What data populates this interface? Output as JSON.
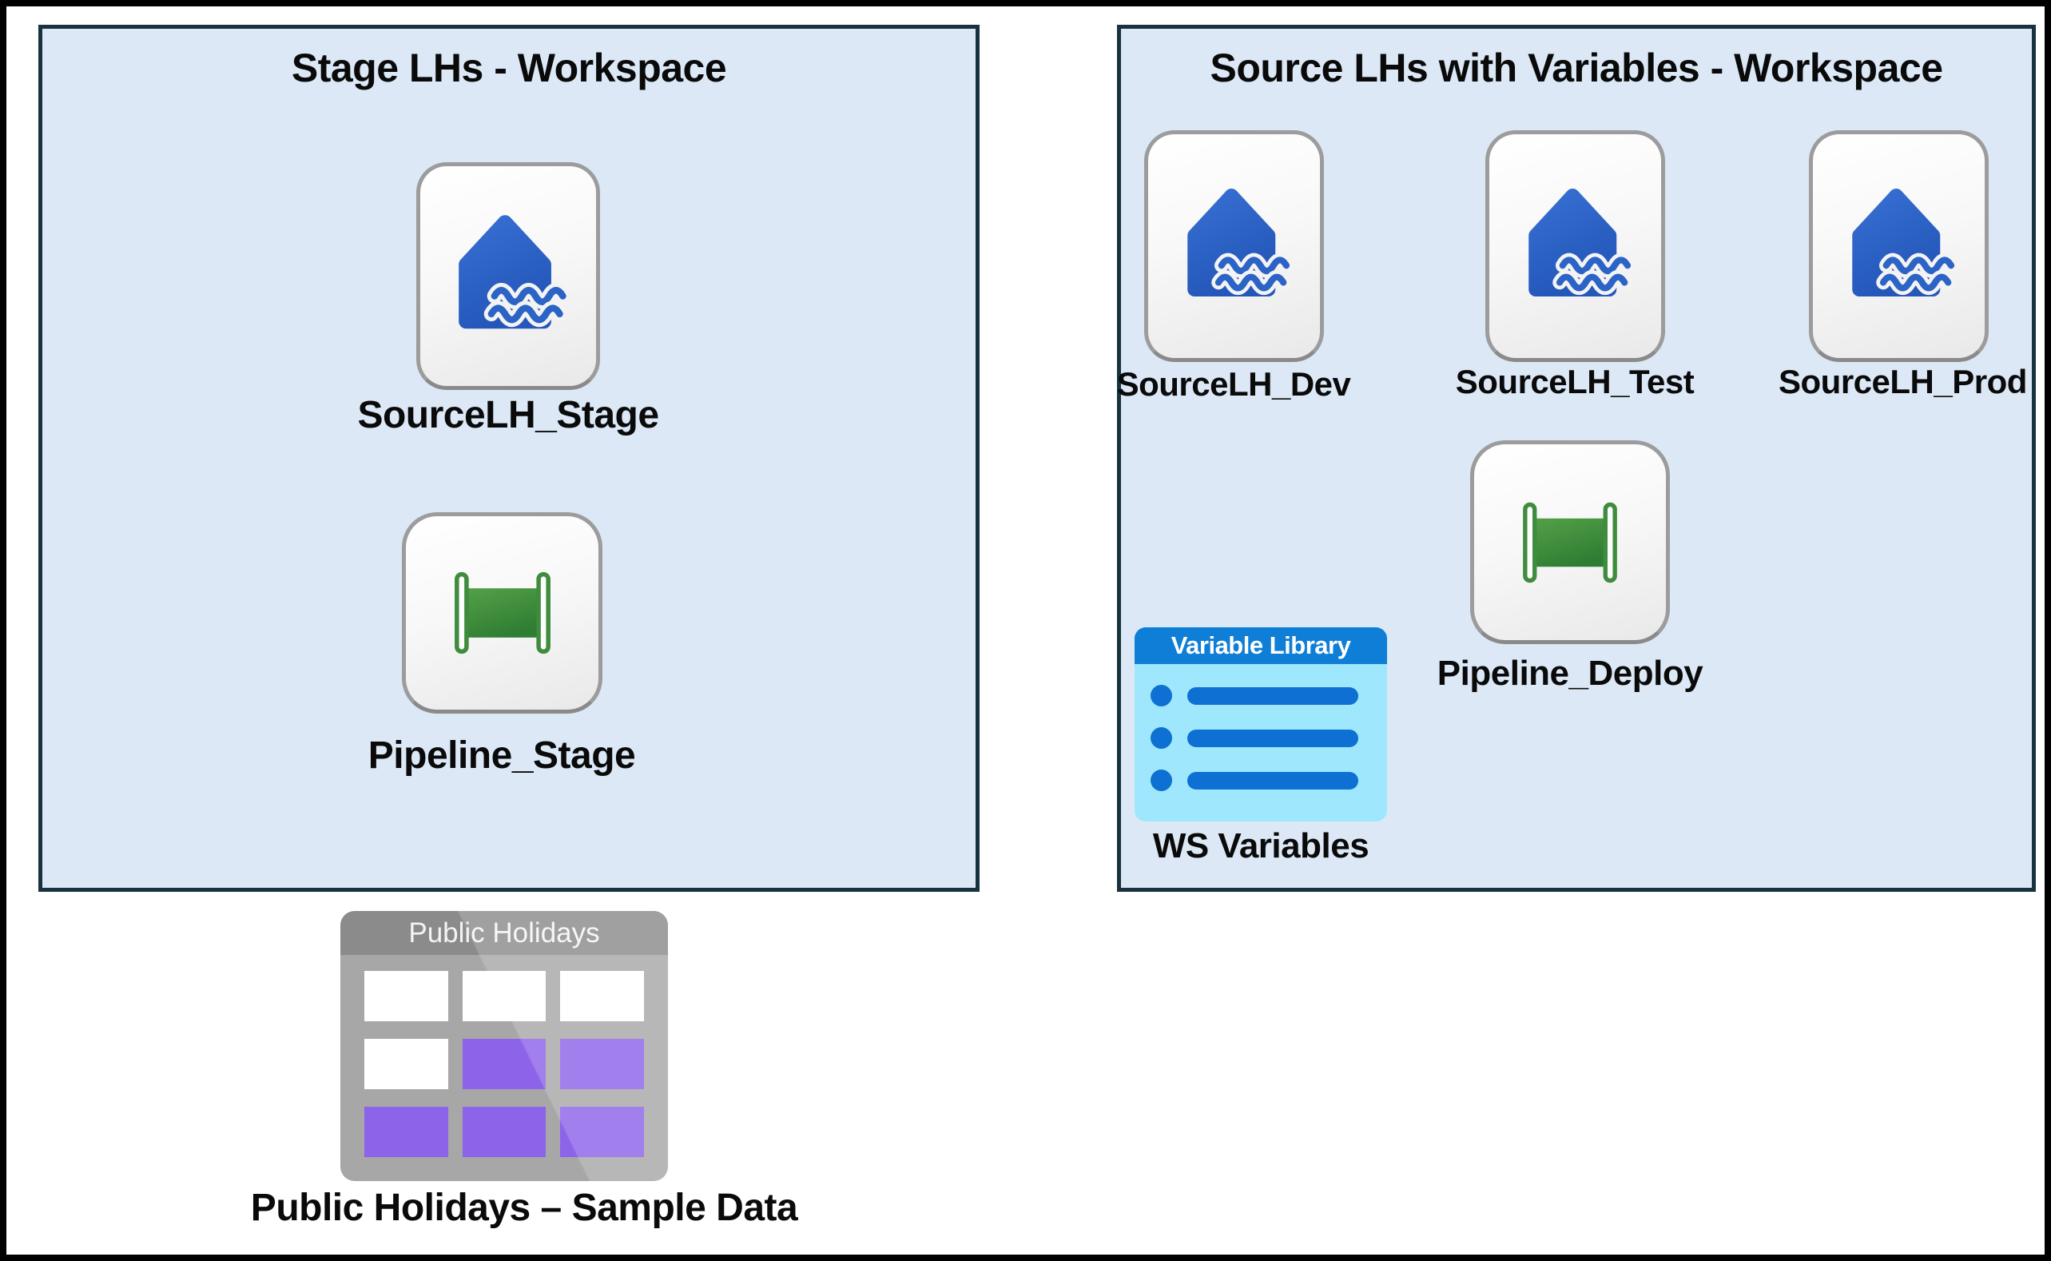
{
  "colors": {
    "page_bg": "#ffffff",
    "frame": "#000000",
    "box_fill": "#dce8f6",
    "box_border": "#18323f",
    "card_border": "#9c9c9c",
    "lakehouse_blue": "#2b63c6",
    "pipeline_green": "#3f8c3e",
    "variable_header_blue": "#0e7ed6",
    "variable_body_cyan": "#9ee7fd",
    "variable_bar_blue": "#0d70d2",
    "table_header_gray": "#8b8b8b",
    "table_body_gray": "#a7a7a7",
    "table_cell_purple": "#8c63e9",
    "table_cell_white": "#ffffff",
    "label_text": "#0a0a0a"
  },
  "stage_workspace": {
    "title": "Stage LHs - Workspace",
    "lakehouse": {
      "label": "SourceLH_Stage",
      "icon": "lakehouse-icon"
    },
    "pipeline": {
      "label": "Pipeline_Stage",
      "icon": "pipeline-icon"
    }
  },
  "source_workspace": {
    "title": "Source LHs with Variables - Workspace",
    "lakehouses": [
      {
        "label": "SourceLH_Dev",
        "icon": "lakehouse-icon"
      },
      {
        "label": "SourceLH_Test",
        "icon": "lakehouse-icon"
      },
      {
        "label": "SourceLH_Prod",
        "icon": "lakehouse-icon"
      }
    ],
    "pipeline": {
      "label": "Pipeline_Deploy",
      "icon": "pipeline-icon"
    },
    "variable_library": {
      "header": "Variable Library",
      "label": "WS Variables",
      "row_count": 3,
      "icon": "variable-library-icon"
    }
  },
  "sample_data": {
    "table_header": "Public Holidays",
    "label": "Public Holidays – Sample Data",
    "icon": "table-icon",
    "cells": [
      [
        "white",
        "white",
        "white"
      ],
      [
        "white",
        "purple",
        "purple"
      ],
      [
        "purple",
        "purple",
        "purple"
      ]
    ]
  }
}
